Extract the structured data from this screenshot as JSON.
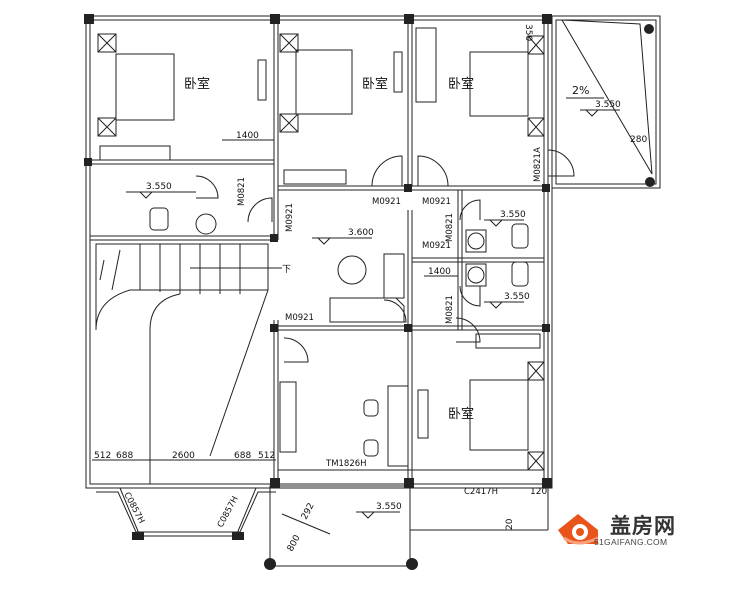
{
  "rooms": {
    "bedroom1": "卧室",
    "bedroom2": "卧室",
    "bedroom3": "卧室",
    "bedroom4": "卧室"
  },
  "doors": {
    "d1": "M0821",
    "d2": "M0921",
    "d3": "M0921",
    "d4": "M0921",
    "d5": "M0821",
    "d6": "M0921",
    "d7": "M0921",
    "d8": "M0821",
    "d9": "M0821A"
  },
  "windows": {
    "w1": "C0857H",
    "w2": "C0857H",
    "w3": "TM1826H",
    "w4": "C2417H"
  },
  "levels": {
    "l1": "3.550",
    "l2": "3.600",
    "l3": "3.550",
    "l4": "3.550",
    "l5": "3.550",
    "l6": "3.550"
  },
  "slope": "2%",
  "down_label": "下",
  "dims": {
    "a": "1400",
    "b": "1400",
    "c": "350",
    "d": "280",
    "e1": "512",
    "e2": "688",
    "e3": "2600",
    "e4": "688",
    "e5": "512",
    "f": "120",
    "g": "20",
    "h": "292",
    "i": "800"
  },
  "brand": {
    "name": "盖房网",
    "url": "51GAIFANG.COM",
    "colors": {
      "orange": "#e8541b",
      "gray": "#333333"
    }
  }
}
